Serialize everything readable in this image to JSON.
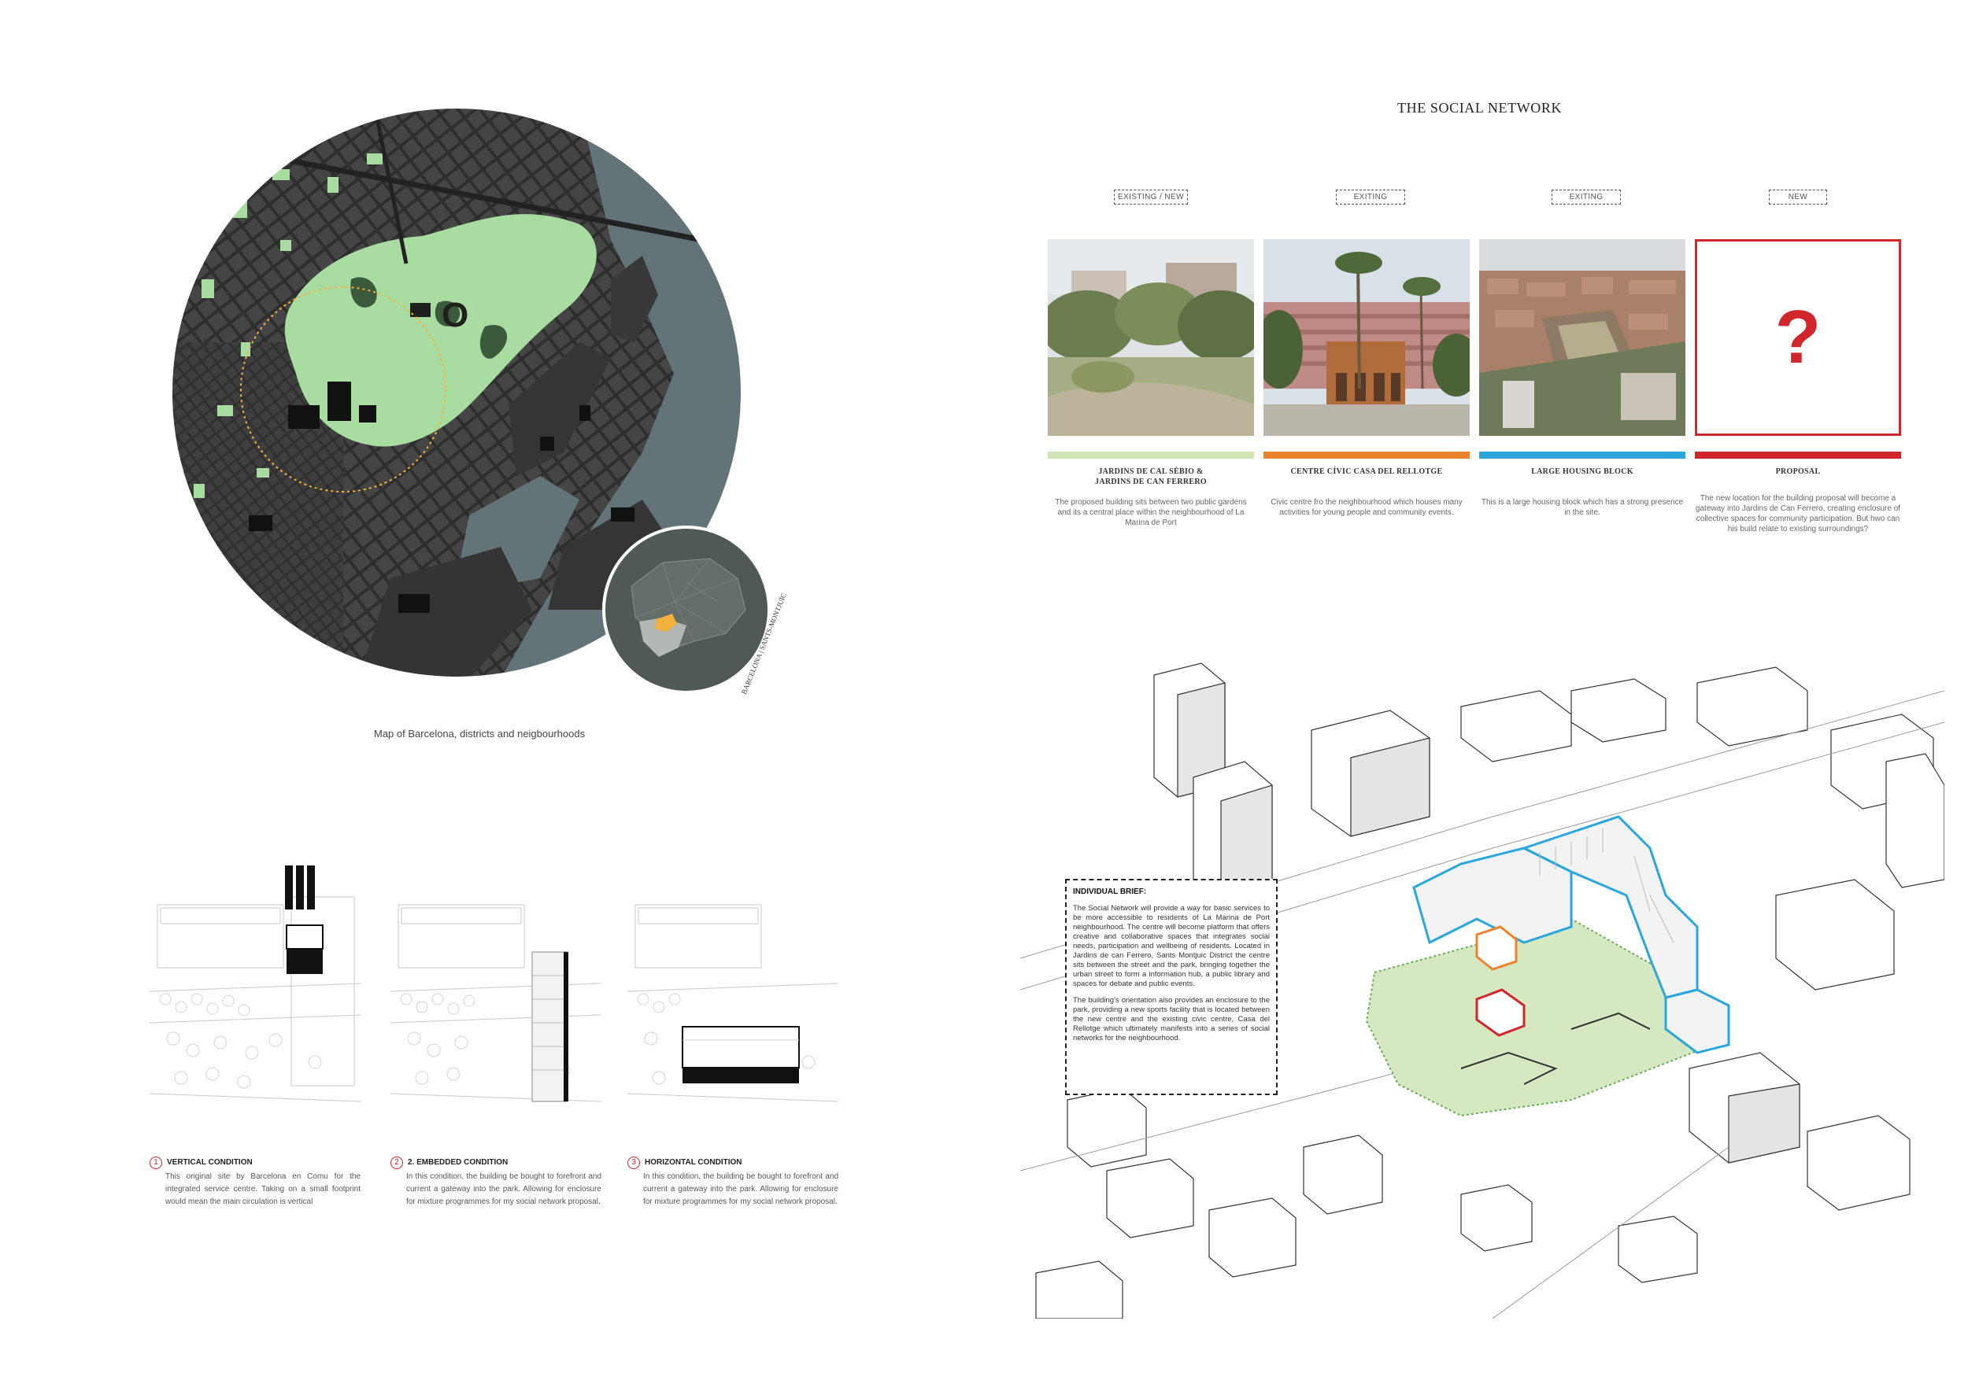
{
  "page": {
    "title": "THE SOCIAL NETWORK"
  },
  "map": {
    "caption": "Map of Barcelona, districts and neigbourhoods",
    "inset_label": "BARCELONA | SANTS-MONTJUÏC",
    "colors": {
      "sea": "#637478",
      "land": "#3a3a3a",
      "park": "#a9dca0",
      "highlight": "#f2b33d"
    }
  },
  "cards": [
    {
      "tag": "EXISTING / NEW",
      "title_lines": [
        "JARDINS DE CAL SÈBIO &",
        "JARDINS DE CAN FERRERO"
      ],
      "description": "The proposed building sits between two public gardens and its a central place within the neighbourhood of La Marina de Port",
      "color": "#cfe5b4"
    },
    {
      "tag": "EXITING",
      "title_lines": [
        "CENTRE CÍVIC CASA DEL RELLOTGE"
      ],
      "description": "Civic centre fro the neighbourhood which houses many activities for young people and community events.",
      "color": "#e9842c"
    },
    {
      "tag": "EXITING",
      "title_lines": [
        "LARGE HOUSING BLOCK"
      ],
      "description": "This is a large housing block which has a strong presence in the site.",
      "color": "#2aa6dd"
    },
    {
      "tag": "NEW",
      "title_lines": [
        "PROPOSAL"
      ],
      "description": "The new location for the building proposal will become a gateway into Jardins de Can Ferrero, creating enclosure of collective spaces for community participation. But hwo can his build relate to existing surroundings?",
      "color": "#d0262c",
      "placeholder_glyph": "?"
    }
  ],
  "conditions": [
    {
      "number": "1",
      "title": "VERTICAL CONDITION",
      "body": "This original site by Barcelona en Comu for the integrated service centre. Taking on a small footprint would mean the main circulation is vertical"
    },
    {
      "number": "2",
      "title": "2. EMBEDDED CONDITION",
      "body": "In this condition, the building be bought to forefront and current a gateway into the park. Allowing for enclosure for mixture programmes for my social network proposal."
    },
    {
      "number": "3",
      "title": "HORIZONTAL CONDITION",
      "body": "In this condition, the building be bought to forefront and current a gateway into the park. Allowing for enclosure for mixture programmes for my social network proposal."
    }
  ],
  "brief": {
    "heading": "INDIVIDUAL BRIEF:",
    "paragraphs": [
      "The Social Network will provide a way for basic services to be more accessible to residents of La Marina de Port neighbourhood. The centre will become platform that offers creative and collaborative spaces that integrates social needs, participation and wellbeing of residents. Located in Jardins de can Ferrero, Sants Montjuic District the centre sits between the street and the park, bringing together the urban street to form a information hub, a public library and spaces for debate and public events.",
      "The building's orientation also provides an enclosure to the park, providing a new sports facility that is located between the new centre and the existing civic centre, Casa del Rellotge which ultimately manifests into a series of social networks for the neighbourhood."
    ]
  }
}
